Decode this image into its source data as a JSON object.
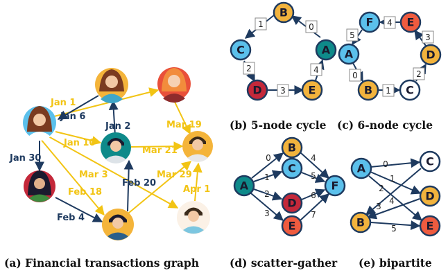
{
  "colors": {
    "gold": "#f2c414",
    "navy": "#1e3a5f",
    "node_blue": "#5bc0eb",
    "node_teal": "#0e8a8a",
    "node_orange": "#f2b33d",
    "node_red": "#c4283a",
    "node_coral": "#ee5b3f",
    "node_white": "#ffffff"
  },
  "panel_a": {
    "caption": "(a) Financial transactions graph",
    "edge_labels": {
      "jan1": "Jan 1",
      "jan6": "Jan 6",
      "jan2": "Jan 2",
      "mar19": "Mar 19",
      "jan10": "Jan 10",
      "mar21": "Mar 21",
      "jan30": "Jan 30",
      "mar3": "Mar 3",
      "mar29": "Mar 29",
      "feb20": "Feb 20",
      "feb18": "Feb 18",
      "apr1": "Apr 1",
      "feb4": "Feb 4"
    }
  },
  "panel_b": {
    "caption": "(b) 5-node cycle",
    "nodes": {
      "B": "B",
      "C": "C",
      "A": "A",
      "D": "D",
      "E": "E"
    },
    "edge_numbers": {
      "n0": "0",
      "n1": "1",
      "n2": "2",
      "n3": "3",
      "n4": "4"
    }
  },
  "panel_c": {
    "caption": "(c) 6-node cycle",
    "nodes": {
      "F": "F",
      "E": "E",
      "A": "A",
      "D": "D",
      "B": "B",
      "C": "C"
    },
    "edge_numbers": {
      "n0": "0",
      "n1": "1",
      "n2": "2",
      "n3": "3",
      "n4": "4",
      "n5": "5"
    }
  },
  "panel_d": {
    "caption": "(d) scatter-gather",
    "nodes": {
      "A": "A",
      "B": "B",
      "C": "C",
      "D": "D",
      "E": "E",
      "F": "F"
    },
    "edge_numbers": {
      "n0": "0",
      "n1": "1",
      "n2": "2",
      "n3": "3",
      "n4": "4",
      "n5": "5",
      "n6": "6",
      "n7": "7"
    }
  },
  "panel_e": {
    "caption": "(e) bipartite",
    "nodes": {
      "A": "A",
      "B": "B",
      "C": "C",
      "D": "D",
      "E": "E"
    },
    "edge_numbers": {
      "n0": "0",
      "n1": "1",
      "n2": "2",
      "n3": "3",
      "n4": "4",
      "n5": "5"
    }
  }
}
